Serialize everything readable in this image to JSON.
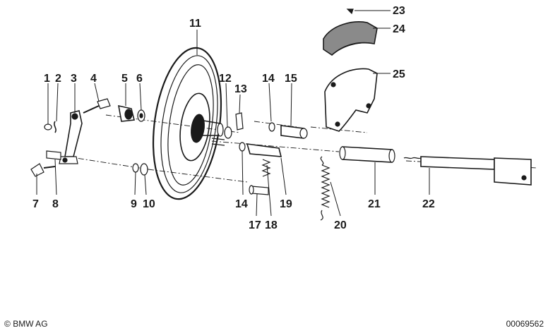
{
  "part_labels": [
    "1",
    "2",
    "3",
    "4",
    "5",
    "6",
    "7",
    "8",
    "9",
    "10",
    "11",
    "12",
    "13",
    "14",
    "14",
    "15",
    "17",
    "18",
    "19",
    "20",
    "21",
    "22",
    "23",
    "24",
    "25"
  ],
  "footer": {
    "copyright_symbol": "©",
    "copyright": "BMW AG",
    "doc_id": "00069562"
  },
  "colors": {
    "ink": "#1a1a1a",
    "background": "#ffffff"
  }
}
